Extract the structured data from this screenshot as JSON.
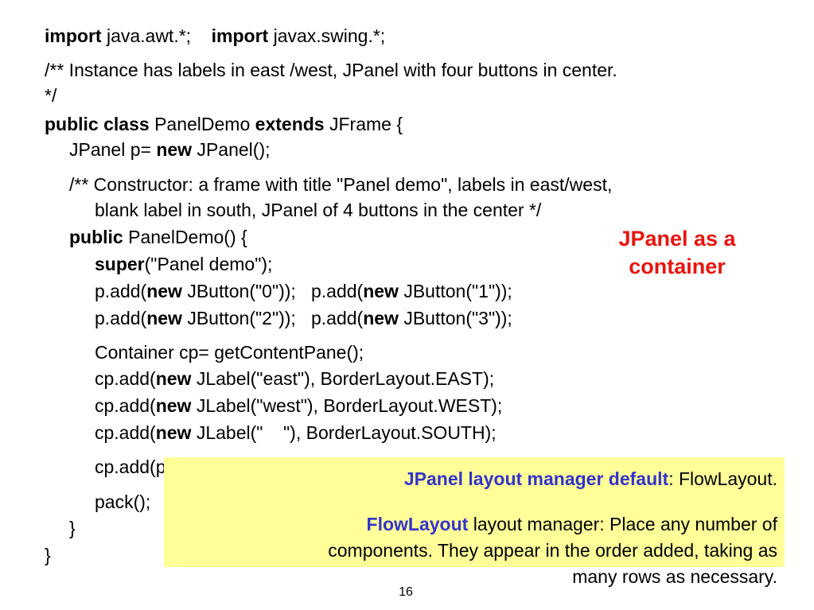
{
  "code": {
    "line1": {
      "kw1": "import",
      "t1": " java.awt.*;    ",
      "kw2": "import",
      "t2": " javax.swing.*;"
    },
    "line2": "/** Instance has labels in east /west, JPanel with four buttons in center.",
    "line3": "*/",
    "line4": {
      "kw1": "public",
      "s1": " ",
      "kw2": "class",
      "t1": " PanelDemo ",
      "kw3": "extends",
      "t2": " JFrame {"
    },
    "line5": {
      "t1": "JPanel p= ",
      "kw1": "new",
      "t2": " JPanel();"
    },
    "line6": "/** Constructor: a frame with title \"Panel demo\", labels in east/west,",
    "line7": "blank label in south, JPanel of 4 buttons in the center */",
    "line8": {
      "kw1": "public",
      "t1": " PanelDemo() {"
    },
    "line9": {
      "kw1": "super",
      "t1": "(\"Panel demo\");"
    },
    "line10": {
      "t1": "p.add(",
      "kw1": "new",
      "t2": " JButton(\"0\"));   p.add(",
      "kw2": "new",
      "t3": " JButton(\"1\"));"
    },
    "line11": {
      "t1": "p.add(",
      "kw1": "new",
      "t2": " JButton(\"2\"));   p.add(",
      "kw2": "new",
      "t3": " JButton(\"3\"));"
    },
    "line12": "Container cp= getContentPane();",
    "line13": {
      "t1": "cp.add(",
      "kw1": "new",
      "t2": " JLabel(\"east\"), BorderLayout.EAST);"
    },
    "line14": {
      "t1": "cp.add(",
      "kw1": "new",
      "t2": " JLabel(\"west\"), BorderLayout.WEST);"
    },
    "line15": {
      "t1": "cp.add(",
      "kw1": "new",
      "t2": " JLabel(\"    \"), BorderLayout.SOUTH);"
    },
    "line16": "cp.add(p, BorderLayout.CENTER);",
    "line17": "pack();",
    "line18": "}",
    "line19": "}"
  },
  "callout": {
    "line1": "JPanel as a",
    "line2": "container"
  },
  "note": {
    "p1_highlight": "JPanel layout manager default",
    "p1_rest": ": FlowLayout.",
    "p2_highlight": "FlowLayout",
    "p2_line1_rest": " layout manager: Place any number of",
    "p2_line2": "components. They appear in the order added, taking as",
    "p2_line3": "many rows as necessary."
  },
  "page_number": "16",
  "colors": {
    "callout": "#e8140e",
    "note_background": "#ffff99",
    "note_highlight": "#3333cc"
  }
}
